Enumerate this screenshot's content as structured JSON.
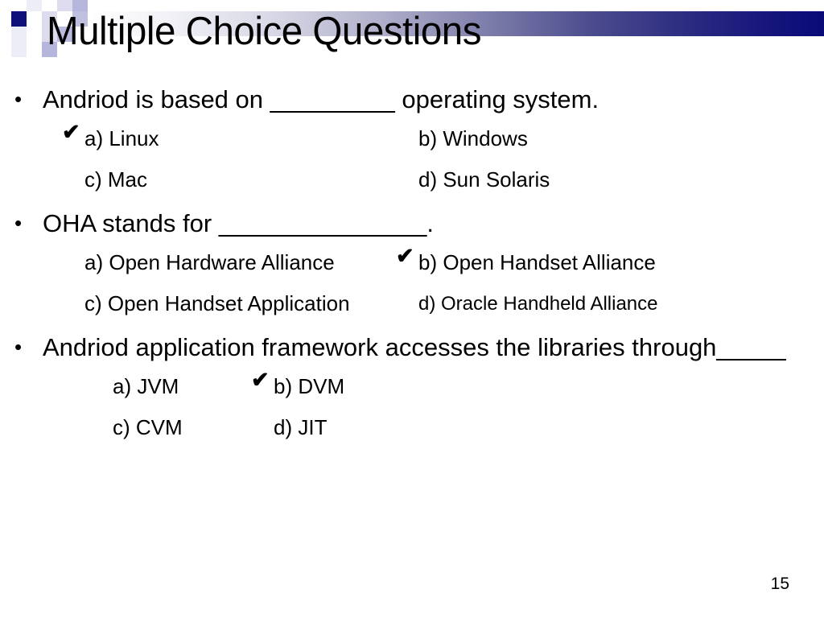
{
  "slide": {
    "title": "Multiple Choice Questions",
    "page_number": "15",
    "bullet_glyph": "•",
    "check_glyph": "✔",
    "accent_color": "#10107a",
    "header_gradient_end": "#0a0a78",
    "deco_color": "#a9a9d6"
  },
  "questions": [
    {
      "bullet": "•",
      "text": "Andriod is based on _________ operating system.",
      "options": [
        {
          "label": "a) Linux",
          "checked": true,
          "col": 1,
          "row": 1
        },
        {
          "label": "b)   Windows",
          "checked": false,
          "col": 2,
          "row": 1
        },
        {
          "label": "c)   Mac",
          "checked": false,
          "col": 1,
          "row": 2
        },
        {
          "label": "d)   Sun Solaris",
          "checked": false,
          "col": 2,
          "row": 2
        }
      ]
    },
    {
      "bullet": "•",
      "text": "OHA stands for _______________.",
      "options": [
        {
          "label": "a) Open Hardware Alliance",
          "checked": false,
          "col": 1,
          "row": 1
        },
        {
          "label": "b) Open Handset Alliance",
          "checked": true,
          "col": 2,
          "row": 1
        },
        {
          "label": "c) Open Handset Application",
          "checked": false,
          "col": 1,
          "row": 2
        },
        {
          "label": "d) Oracle Handheld Alliance",
          "checked": false,
          "col": 2,
          "row": 2
        }
      ]
    },
    {
      "bullet": "•",
      "text": "Andriod application framework accesses the libraries through_____",
      "options": [
        {
          "label": "a) JVM",
          "checked": false,
          "col": 1,
          "row": 1
        },
        {
          "label": "b) DVM",
          "checked": true,
          "col": 2,
          "row": 1
        },
        {
          "label": "c) CVM",
          "checked": false,
          "col": 1,
          "row": 2
        },
        {
          "label": "d) JIT",
          "checked": false,
          "col": 2,
          "row": 2
        }
      ]
    }
  ]
}
